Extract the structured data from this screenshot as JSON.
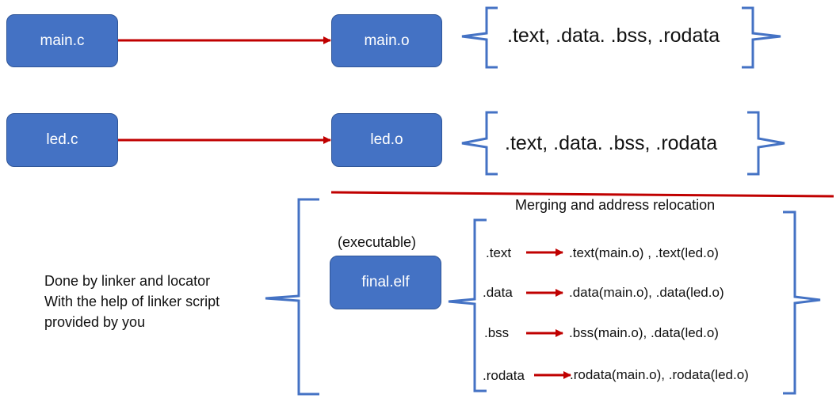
{
  "colors": {
    "box_fill": "#4472c4",
    "box_border": "#2f5597",
    "brace": "#4472c4",
    "arrow": "#c00000",
    "text": "#111111"
  },
  "row1": {
    "source": "main.c",
    "object": "main.o",
    "sections": ".text, .data. .bss, .rodata"
  },
  "row2": {
    "source": "led.c",
    "object": "led.o",
    "sections": ".text, .data. .bss, .rodata"
  },
  "link": {
    "note_lines": [
      "Done by linker and locator",
      "With the help of linker script",
      "provided by you"
    ],
    "exec_label": "(executable)",
    "output": "final.elf",
    "merge_title": "Merging and address relocation",
    "mappings": [
      {
        "section": ".text",
        "sources": ".text(main.o) , .text(led.o)"
      },
      {
        "section": ".data",
        "sources": ".data(main.o), .data(led.o)"
      },
      {
        "section": ".bss",
        "sources": ".bss(main.o), .data(led.o)"
      },
      {
        "section": ".rodata",
        "sources": ".rodata(main.o), .rodata(led.o)"
      }
    ]
  }
}
